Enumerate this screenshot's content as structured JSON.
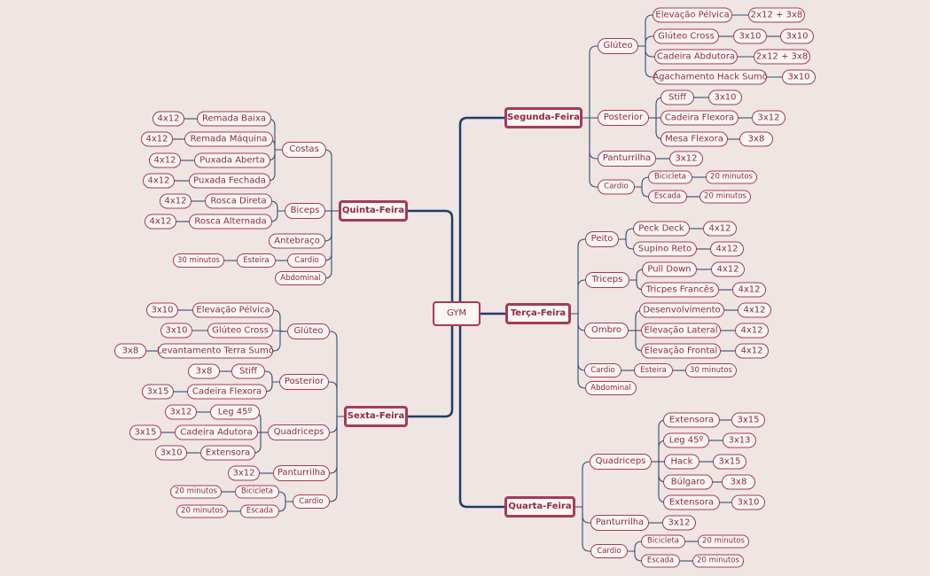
{
  "colors": {
    "background": "#efe5e2",
    "node_border": "#a63a58",
    "node_text": "#8c2b47",
    "main_edge": "#1f3d66",
    "sub_edge": "#2f4f78"
  },
  "nodes": {
    "root": "GYM",
    "seg": "Segunda-Feira",
    "seg_glu": "Glúteo",
    "seg_glu_ep": "Elevação Pélvica",
    "seg_glu_ep_s": "2x12 + 3x8",
    "seg_glu_gc": "Glúteo Cross",
    "seg_glu_gc_s1": "3x10",
    "seg_glu_gc_s2": "3x10",
    "seg_glu_ca": "Cadeira Abdutora",
    "seg_glu_ca_s": "2x12 + 3x8",
    "seg_glu_ah": "Agachamento Hack Sumô",
    "seg_glu_ah_s": "3x10",
    "seg_pos": "Posterior",
    "seg_pos_st": "Stiff",
    "seg_pos_st_s": "3x10",
    "seg_pos_cf": "Cadeira Flexora",
    "seg_pos_cf_s": "3x12",
    "seg_pos_mf": "Mesa Flexora",
    "seg_pos_mf_s": "3x8",
    "seg_pan": "Panturrilha",
    "seg_pan_s": "3x12",
    "seg_car": "Cardio",
    "seg_car_bi": "Bicicleta",
    "seg_car_bi_s": "20 minutos",
    "seg_car_es": "Escada",
    "seg_car_es_s": "20 minutos",
    "ter": "Terça-Feira",
    "ter_pei": "Peito",
    "ter_pei_pd": "Peck Deck",
    "ter_pei_pd_s": "4x12",
    "ter_pei_sr": "Supino Reto",
    "ter_pei_sr_s": "4x12",
    "ter_tri": "Triceps",
    "ter_tri_pu": "Pull Down",
    "ter_tri_pu_s": "4x12",
    "ter_tri_tf": "Tricpes Francês",
    "ter_tri_tf_s": "4x12",
    "ter_omb": "Ombro",
    "ter_omb_de": "Desenvolvimento",
    "ter_omb_de_s": "4x12",
    "ter_omb_el": "Elevação Lateral",
    "ter_omb_el_s": "4x12",
    "ter_omb_ef": "Elevação Frontal",
    "ter_omb_ef_s": "4x12",
    "ter_car": "Cardio",
    "ter_car_es": "Esteira",
    "ter_car_es_s": "30 minutos",
    "ter_abd": "Abdominal",
    "qua": "Quarta-Feira",
    "qua_qd": "Quadriceps",
    "qua_qd_ex1": "Extensora",
    "qua_qd_ex1_s": "3x15",
    "qua_qd_lg": "Leg 45º",
    "qua_qd_lg_s": "3x13",
    "qua_qd_hk": "Hack",
    "qua_qd_hk_s": "3x15",
    "qua_qd_bu": "Búlgaro",
    "qua_qd_bu_s": "3x8",
    "qua_qd_ex2": "Extensora",
    "qua_qd_ex2_s": "3x10",
    "qua_pan": "Panturrilha",
    "qua_pan_s": "3x12",
    "qua_car": "Cardio",
    "qua_car_bi": "Bicicleta",
    "qua_car_bi_s": "20 minutos",
    "qua_car_es": "Escada",
    "qua_car_es_s": "20 minutos",
    "qui": "Quinta-Feira",
    "qui_cos": "Costas",
    "qui_cos_rb": "Remada Baixa",
    "qui_cos_rb_s": "4x12",
    "qui_cos_rm": "Remada Máquina",
    "qui_cos_rm_s": "4x12",
    "qui_cos_pa": "Puxada Aberta",
    "qui_cos_pa_s": "4x12",
    "qui_cos_pf": "Puxada Fechada",
    "qui_cos_pf_s": "4x12",
    "qui_bic": "Biceps",
    "qui_bic_rd": "Rosca Direta",
    "qui_bic_rd_s": "4x12",
    "qui_bic_ra": "Rosca Alternada",
    "qui_bic_ra_s": "4x12",
    "qui_ant": "Antebraço",
    "qui_car": "Cardio",
    "qui_car_es": "Esteira",
    "qui_car_es_s": "30 minutos",
    "qui_abd": "Abdominal",
    "sex": "Sexta-Feira",
    "sex_glu": "Glúteo",
    "sex_glu_ep": "Elevação Pélvica",
    "sex_glu_ep_s": "3x10",
    "sex_glu_gc": "Glúteo Cross",
    "sex_glu_gc_s": "3x10",
    "sex_glu_lt": "Levantamento Terra Sumô",
    "sex_glu_lt_s": "3x8",
    "sex_pos": "Posterior",
    "sex_pos_st": "Stiff",
    "sex_pos_st_s": "3x8",
    "sex_pos_cf": "Cadeira Flexora",
    "sex_pos_cf_s": "3x15",
    "sex_qd": "Quadriceps",
    "sex_qd_lg": "Leg 45º",
    "sex_qd_lg_s": "3x12",
    "sex_qd_ca": "Cadeira Adutora",
    "sex_qd_ca_s": "3x15",
    "sex_qd_ex": "Extensora",
    "sex_qd_ex_s": "3x10",
    "sex_pan": "Panturrilha",
    "sex_pan_s": "3x12",
    "sex_car": "Cardio",
    "sex_car_bi": "Bicicleta",
    "sex_car_bi_s": "20 minutos",
    "sex_car_es": "Escada",
    "sex_car_es_s": "20 minutos"
  }
}
